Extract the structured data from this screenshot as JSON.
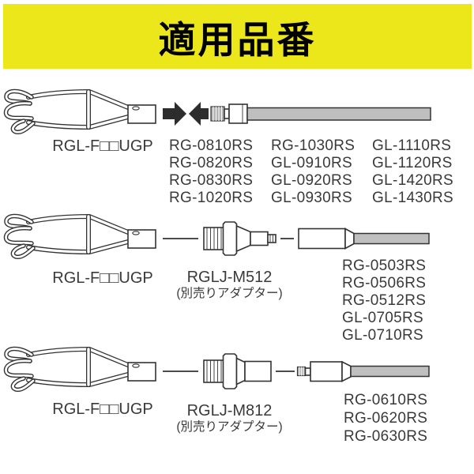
{
  "header": {
    "title": "適用品番"
  },
  "rows": [
    {
      "grip_label": "RGL-F□□UGP",
      "columns": [
        [
          "RG-0810RS",
          "RG-0820RS",
          "RG-0830RS",
          "RG-1020RS"
        ],
        [
          "RG-1030RS",
          "GL-0910RS",
          "GL-0920RS",
          "GL-0930RS"
        ],
        [
          "GL-1110RS",
          "GL-1120RS",
          "GL-1420RS",
          "GL-1430RS"
        ]
      ]
    },
    {
      "grip_label": "RGL-F□□UGP",
      "adapter": {
        "label": "RGLJ-M512",
        "note": "(別売りアダプター)"
      },
      "parts": [
        "RG-0503RS",
        "RG-0506RS",
        "RG-0512RS",
        "GL-0705RS",
        "GL-0710RS"
      ]
    },
    {
      "grip_label": "RGL-F□□UGP",
      "adapter": {
        "label": "RGLJ-M812",
        "note": "(別売りアダプター)"
      },
      "parts": [
        "RG-0610RS",
        "RG-0620RS",
        "RG-0630RS"
      ]
    }
  ],
  "colors": {
    "header_bg": "#ece71b",
    "text": "#3a3a3a",
    "line_art": "#333333",
    "arrow": "#2d2d2d",
    "shaft": "#bfbfbf"
  }
}
